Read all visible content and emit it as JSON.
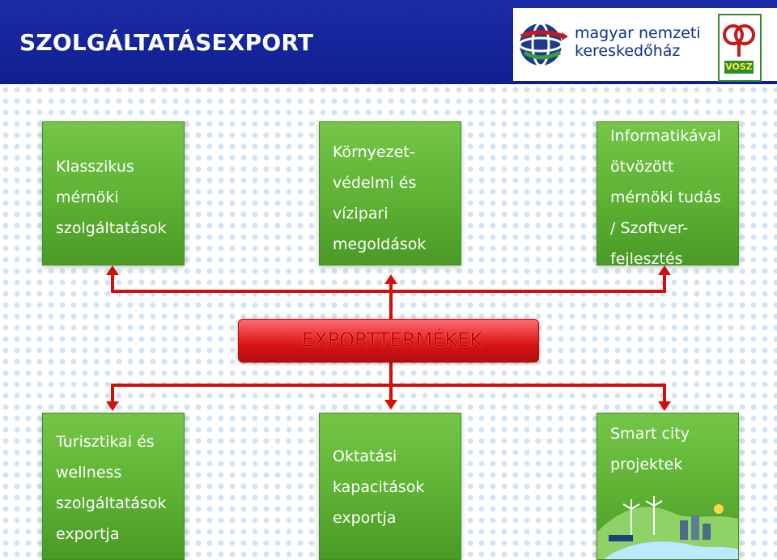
{
  "header": {
    "title": "SZOLGÁLTATÁSEXPORT",
    "logo_text": [
      "magyar nemzeti",
      "kereskedőház"
    ],
    "badge_text": "VOSZ"
  },
  "top_cards": [
    {
      "label": "Klasszikus\nmérnöki\nszolgáltatások"
    },
    {
      "label": "Környezet-\nvédelmi és\nvízipari\nmegoldások"
    },
    {
      "label": "Informatikával\nötvözött\nmérnöki tudás\n/ Szoftver-\nfejlesztés"
    }
  ],
  "hub": {
    "label": "EXPORTTERMÉKEK"
  },
  "bottom_cards": [
    {
      "label": "Turisztikai és\nwellness\nszolgáltatások\nexportja"
    },
    {
      "label": "Oktatási\nkapacitások\nexportja"
    },
    {
      "label": "Smart city\nprojektek"
    }
  ],
  "colors": {
    "header": "#1c2ca8",
    "card": "#5db133",
    "hub": "#d81414",
    "connector": "#d60d0d"
  }
}
